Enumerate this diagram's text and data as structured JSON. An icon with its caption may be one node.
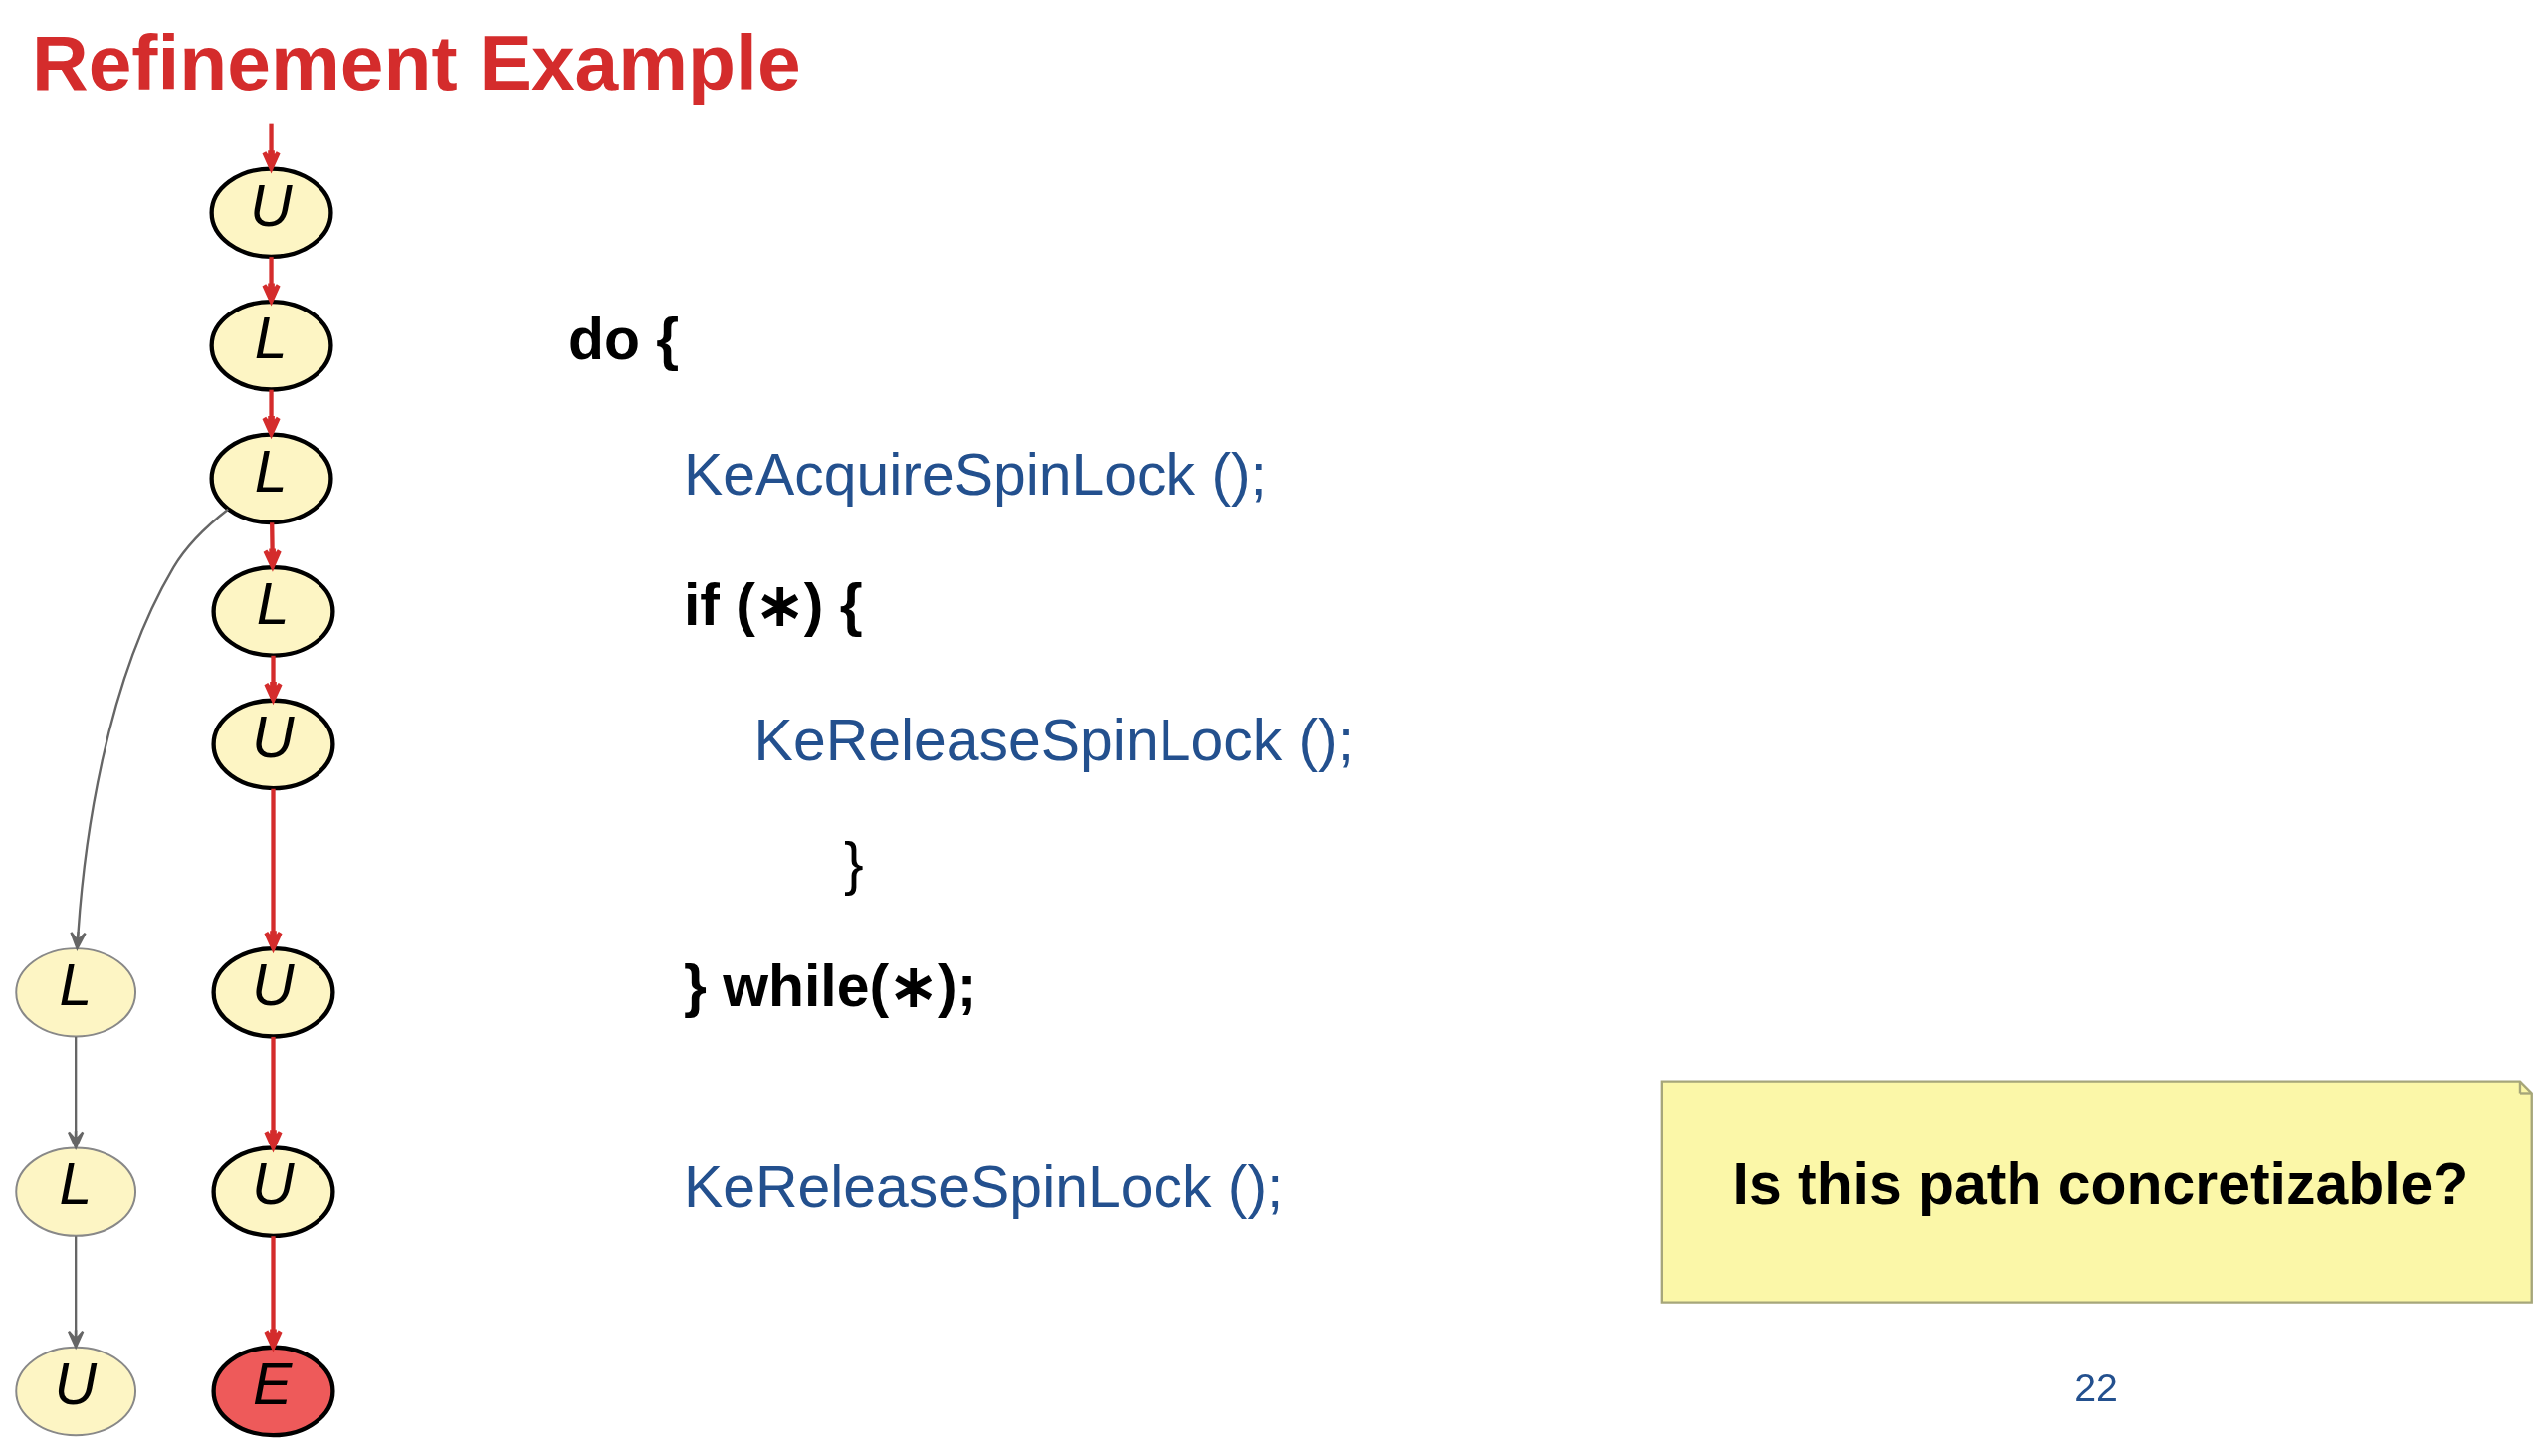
{
  "diagram": {
    "title": "Refinement Example",
    "nodes": [
      {
        "text": [
          "U"
        ]
      },
      {
        "text": [
          "L"
        ]
      },
      {
        "text": [
          "L"
        ]
      },
      {
        "text": [
          "L"
        ]
      },
      {
        "text": [
          "U"
        ]
      },
      {
        "text": [
          "L"
        ]
      },
      {
        "text": [
          "U"
        ]
      },
      {
        "text": [
          "L"
        ]
      },
      {
        "text": [
          "U"
        ]
      },
      {
        "text": [
          "U"
        ]
      },
      {
        "text": [
          "E"
        ]
      },
      {
        "text": [
          "Is this path concretizable?"
        ]
      }
    ],
    "edges": [
      {
        "from": null,
        "to": 0,
        "arrow": "to"
      },
      {
        "from": 0,
        "to": 1,
        "arrow": "to"
      },
      {
        "from": 1,
        "to": 2,
        "arrow": "to"
      },
      {
        "from": 2,
        "to": 3,
        "arrow": "to"
      },
      {
        "from": 2,
        "to": 5,
        "arrow": "to",
        "color": "#666666"
      },
      {
        "from": 3,
        "to": 4,
        "arrow": "to"
      },
      {
        "from": 4,
        "to": 6,
        "arrow": "to"
      },
      {
        "from": 5,
        "to": 7,
        "arrow": "to",
        "color": "#666666"
      },
      {
        "from": 6,
        "to": 8,
        "arrow": "to"
      },
      {
        "from": 7,
        "to": 9,
        "arrow": "to",
        "color": "#666666"
      },
      {
        "from": 8,
        "to": 10,
        "arrow": "to"
      }
    ],
    "labels": [
      "do {",
      "KeAcquireSpinLock ();",
      "if (∗) {",
      "KeReleaseSpinLock ();",
      "}",
      "} while(∗);",
      "KeReleaseSpinLock ();",
      "22"
    ]
  }
}
